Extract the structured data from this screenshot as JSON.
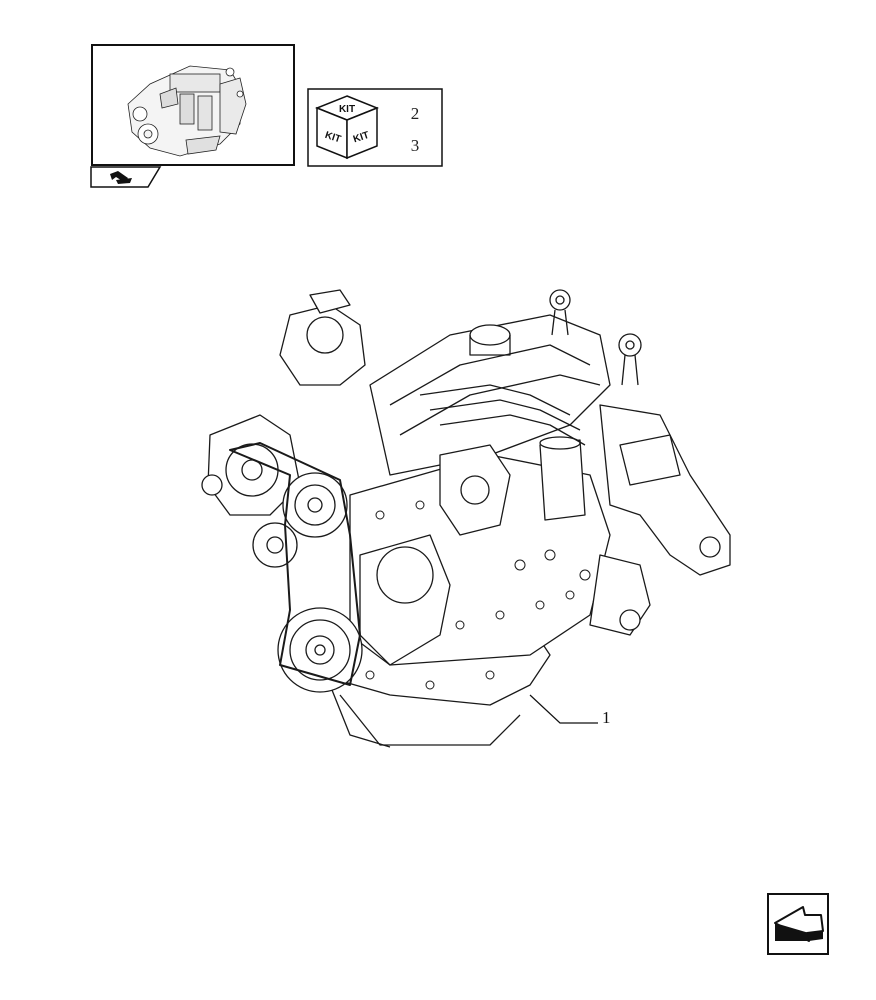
{
  "kit_box": {
    "labels": {
      "top": "KIT",
      "left": "KIT",
      "right": "KIT"
    },
    "numbers": [
      "2",
      "3"
    ]
  },
  "callouts": [
    {
      "label": "1"
    }
  ],
  "icons": {
    "thumbnail": "engine-thumbnail-icon",
    "tab": "arrow-tab-icon",
    "next_page": "next-page-arrow-icon"
  }
}
